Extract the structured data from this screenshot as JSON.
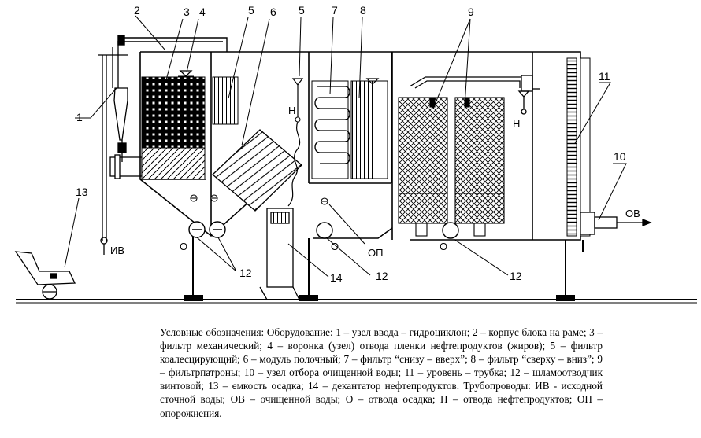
{
  "numbers": {
    "n1": "1",
    "n2": "2",
    "n3": "3",
    "n4": "4",
    "n5a": "5",
    "n5b": "5",
    "n6": "6",
    "n7": "7",
    "n8": "8",
    "n9": "9",
    "n10": "10",
    "n11": "11",
    "n12a": "12",
    "n12b": "12",
    "n12c": "12",
    "n13": "13",
    "n14": "14"
  },
  "labels": {
    "iv": "ИВ",
    "ov": "ОВ",
    "op": "ОП",
    "o1": "О",
    "o2": "О",
    "o3": "О",
    "h1": "Н",
    "h2": "Н"
  },
  "legend": {
    "text": "Условные обозначения: Оборудование: 1 – узел ввода – гидроциклон; 2 – корпус блока на раме; 3 – фильтр механический; 4 – воронка (узел) отвода пленки нефтепродуктов (жиров); 5 – фильтр коалесцирующий; 6 – модуль полочный; 7 – фильтр “снизу – вверх”; 8 – фильтр “сверху – вниз”; 9 – фильтрпатроны; 10 – узел отбора очищенной воды; 11 – уровень – трубка; 12 – шламоотводчик винтовой; 13 – емкость осадка; 14 – декантатор нефтепродуктов. Трубопроводы: ИВ - исходной сточной воды; ОВ – очищенной воды; О – отвода осадка; Н – отвода нефтепродуктов; ОП – опорожнения."
  }
}
